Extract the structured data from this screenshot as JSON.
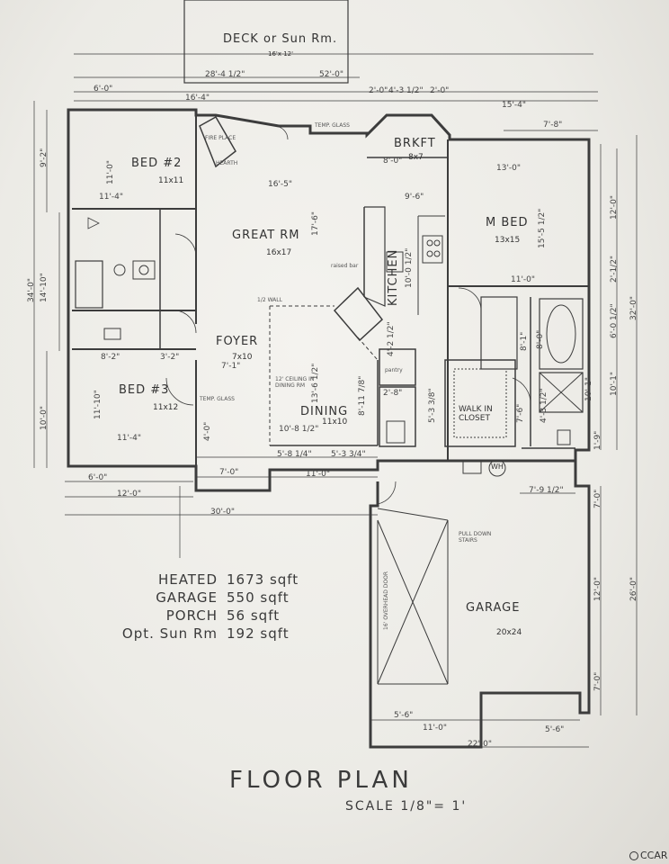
{
  "plan": {
    "deck_label": "DECK or Sun Rm.",
    "deck_size": "16'x 12'",
    "rooms": {
      "bed2": {
        "name": "BED #2",
        "size": "11x11"
      },
      "great": {
        "name": "GREAT RM",
        "size": "16x17"
      },
      "brkft": {
        "name": "BRKFT",
        "size": "8x7"
      },
      "kitchen": {
        "name": "KITCHEN"
      },
      "mbed": {
        "name": "M BED",
        "size": "13x15"
      },
      "foyer": {
        "name": "FOYER",
        "size": "7x10"
      },
      "dining": {
        "name": "DINING",
        "size": "11x10"
      },
      "bed3": {
        "name": "BED #3",
        "size": "11x12"
      },
      "walkin": {
        "name": "WALK IN CLOSET"
      },
      "garage": {
        "name": "GARAGE",
        "size": "20x24"
      }
    },
    "notes": {
      "fireplace": "FIRE PLACE",
      "hearth": "HEARTH",
      "half_wall": "1/2 WALL",
      "ceiling": "12' CEILING IN DINING RM",
      "pantry": "pantry",
      "wh": "WH",
      "pulldown": "PULL DOWN STAIRS",
      "overhead": "16' OVERHEAD DOOR",
      "temp_glass": "TEMP. GLASS",
      "raised_bar": "raised bar"
    },
    "dims": {
      "top_overall": "52'-0\"",
      "top_28": "28'-4 1/2\"",
      "top_6": "6'-0\"",
      "top_16_4": "16'-4\"",
      "top_2_0a": "2'-0\"",
      "top_4_3": "4'-3 1/2\"",
      "top_2_0b": "2'-0\"",
      "top_15_4": "15'-4\"",
      "top_7_8": "7'-8\"",
      "bed2_w": "11'-4\"",
      "bed2_h": "11'-0\"",
      "great_w": "16'-5\"",
      "great_h": "17'-6\"",
      "brkft_w": "8'-0\"",
      "brkft_h": "9'-6\"",
      "kitchen_h": "10'-0 1/2\"",
      "mbed_w": "13'-0\"",
      "mbed_h": "15'-5 1/2\"",
      "mbed_11": "11'-0\"",
      "left_9_2": "9'-2\"",
      "left_34": "34'-0\"",
      "left_14_10": "14'-10\"",
      "left_10": "10'-0\"",
      "right_12": "12'-0\"",
      "right_32": "32'-0\"",
      "right_2_1": "2'-1/2\"",
      "right_6_0": "6'-0 1/2\"",
      "right_10_1": "10'-1\"",
      "right_1_9": "1'-9\"",
      "bath_8_2": "8'-2\"",
      "bath_3_2": "3'-2\"",
      "foyer_w": "7'-1\"",
      "foyer_4_0": "4'-0\"",
      "foyer_7_0": "7'-0\"",
      "dining_h": "13'-6 1/2\"",
      "dining_w": "10'-8 1/2\"",
      "d_8_11": "8'-11 7/8\"",
      "d_4_2": "4'-2 1/2\"",
      "d_2_8": "2'-8\"",
      "d_5_3": "5'-3 3/8\"",
      "bed3_h": "11'-10\"",
      "bed3_w": "11'-4\"",
      "b_6_0": "6'-0\"",
      "b_12_0": "12'-0\"",
      "b_30_0": "30'-0\"",
      "b_5_8": "5'-8 1/4\"",
      "b_5_3": "5'-3 3/4\"",
      "b_11_0": "11'-0\"",
      "w_7_6": "7'-6\"",
      "w_4_3": "4'-3 1/2\"",
      "m_8_1": "8'-1\"",
      "m_8_0": "8'-0\"",
      "m_10_1": "10'-1\"",
      "m_7_9": "7'-9 1/2\"",
      "g_7_0a": "7'-0\"",
      "g_12_0": "12'-0\"",
      "g_26_0": "26'-0\"",
      "g_7_0b": "7'-0\"",
      "g_5_6a": "5'-6\"",
      "g_11_0": "11'-0\"",
      "g_5_6b": "5'-6\"",
      "g_22_0": "22'-0\""
    }
  },
  "stats": [
    {
      "label": "HEATED",
      "value": "1673 sqft"
    },
    {
      "label": "GARAGE",
      "value": "550 sqft"
    },
    {
      "label": "PORCH",
      "value": "56 sqft"
    },
    {
      "label": "Opt. Sun Rm",
      "value": "192 sqft"
    }
  ],
  "title": "FLOOR PLAN",
  "scale": "SCALE  1/8\"= 1'",
  "watermark": "CCAR"
}
